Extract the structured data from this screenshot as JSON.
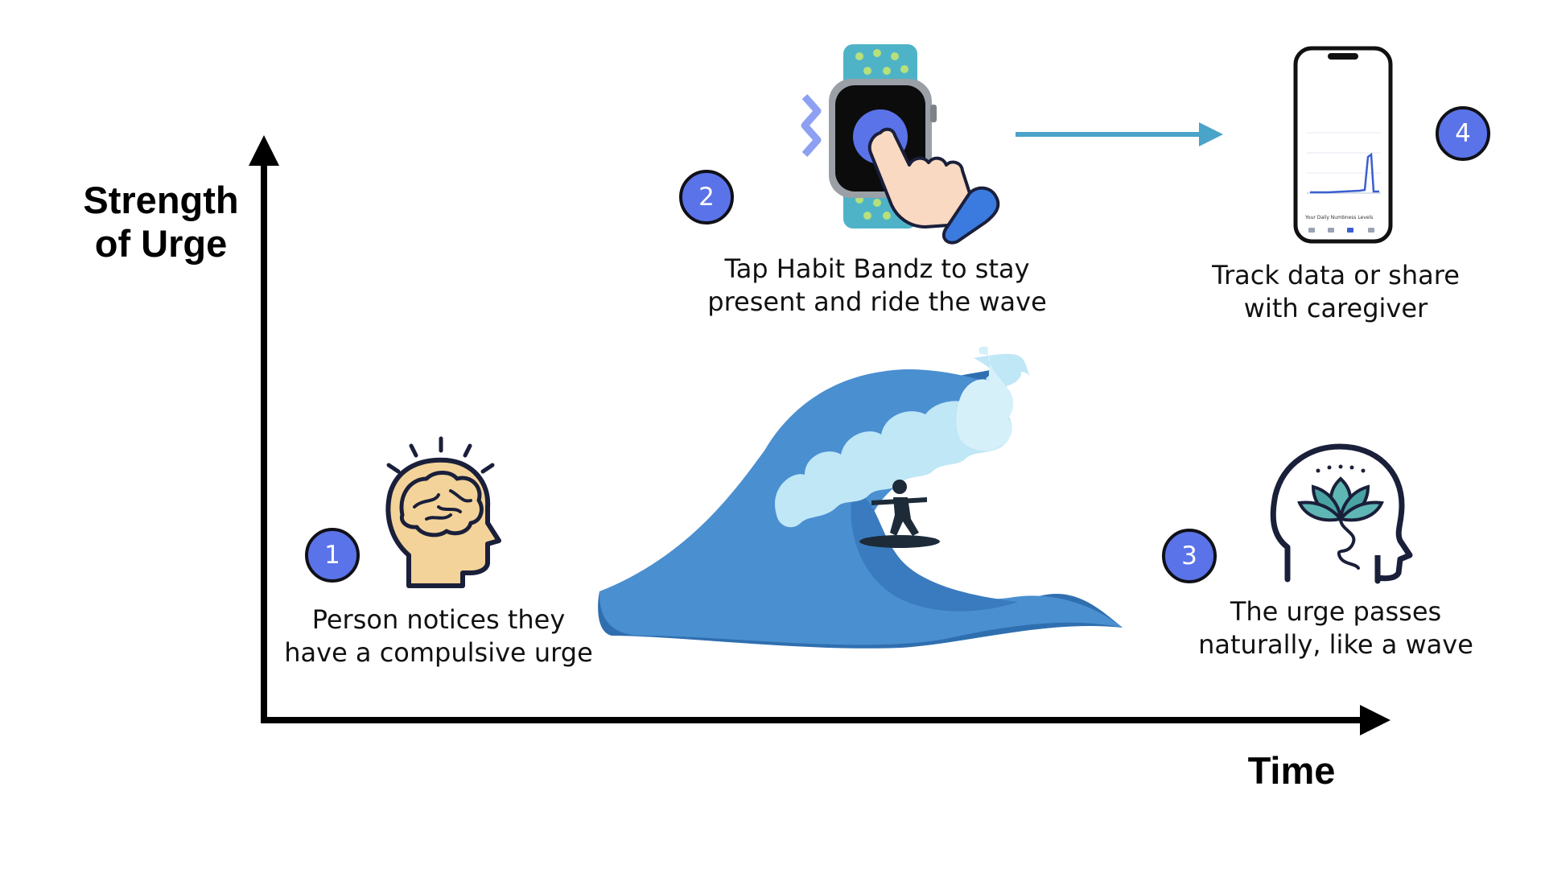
{
  "axes": {
    "y_label_lines": [
      "Strength",
      "of Urge"
    ],
    "x_label": "Time"
  },
  "steps": [
    {
      "number": "1",
      "caption_lines": [
        "Person notices they",
        "have a compulsive urge"
      ],
      "icon": "brain-head-icon"
    },
    {
      "number": "2",
      "caption_lines": [
        "Tap Habit Bandz to stay",
        "present and ride the wave"
      ],
      "icon": "smartwatch-tap-icon"
    },
    {
      "number": "3",
      "caption_lines": [
        "The urge passes",
        "naturally, like a wave"
      ],
      "icon": "lotus-head-icon"
    },
    {
      "number": "4",
      "caption_lines": [
        "Track data or share",
        "with caregiver"
      ],
      "icon": "phone-chart-icon"
    }
  ],
  "phone": {
    "caption": "Your Daily Numbness Levels"
  },
  "colors": {
    "badge": "#5a73e8",
    "wave_dark": "#3a7bbf",
    "wave_light": "#bfe7f6",
    "arrow": "#4aa3c9",
    "watch_band": "#4fb3c8"
  }
}
